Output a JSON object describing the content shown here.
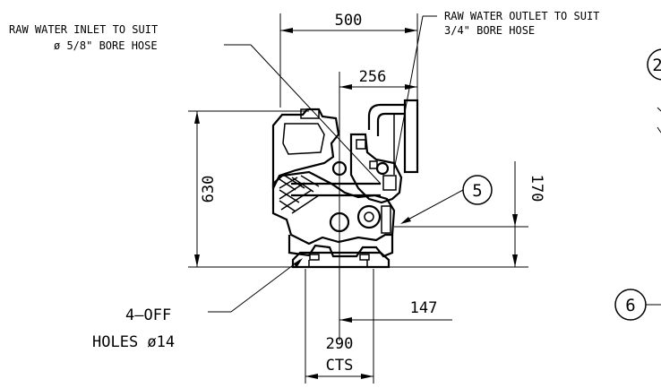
{
  "labels": {
    "inlet_line1": "RAW WATER INLET TO SUIT",
    "inlet_line2": "ø 5/8\" BORE HOSE",
    "outlet_line1": "RAW WATER OUTLET TO SUIT",
    "outlet_line2": "3/4\" BORE HOSE",
    "holes_line1": "4—OFF",
    "holes_line2": "HOLES ø14"
  },
  "dimensions": {
    "overall_width": "500",
    "half_width": "256",
    "height": "630",
    "offset_height": "170",
    "foot_offset": "147",
    "foot_centres": "290",
    "foot_centres_unit": "CTS"
  },
  "balloons": {
    "b5": "5",
    "b6": "6",
    "b2": "2"
  }
}
